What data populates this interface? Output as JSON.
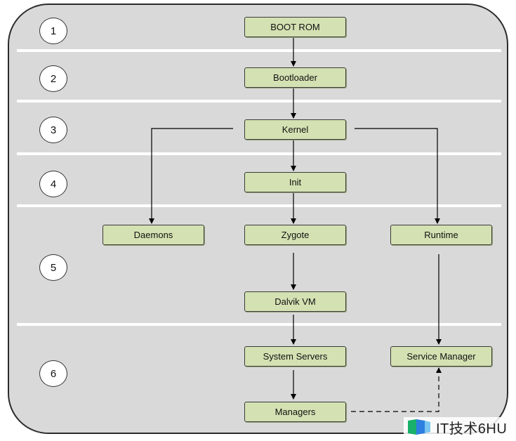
{
  "stages": [
    "1",
    "2",
    "3",
    "4",
    "5",
    "6"
  ],
  "nodes": {
    "boot_rom": "BOOT ROM",
    "bootloader": "Bootloader",
    "kernel": "Kernel",
    "init": "Init",
    "daemons": "Daemons",
    "zygote": "Zygote",
    "runtime": "Runtime",
    "dalvik_vm": "Dalvik VM",
    "system_servers": "System Servers",
    "service_manager": "Service Manager",
    "managers": "Managers"
  },
  "watermark": {
    "text": "IT技术6HU"
  },
  "colors": {
    "node_fill": "#d4e1b2",
    "panel": "#d9d9d9",
    "divider": "#ffffff",
    "line": "#000000"
  }
}
